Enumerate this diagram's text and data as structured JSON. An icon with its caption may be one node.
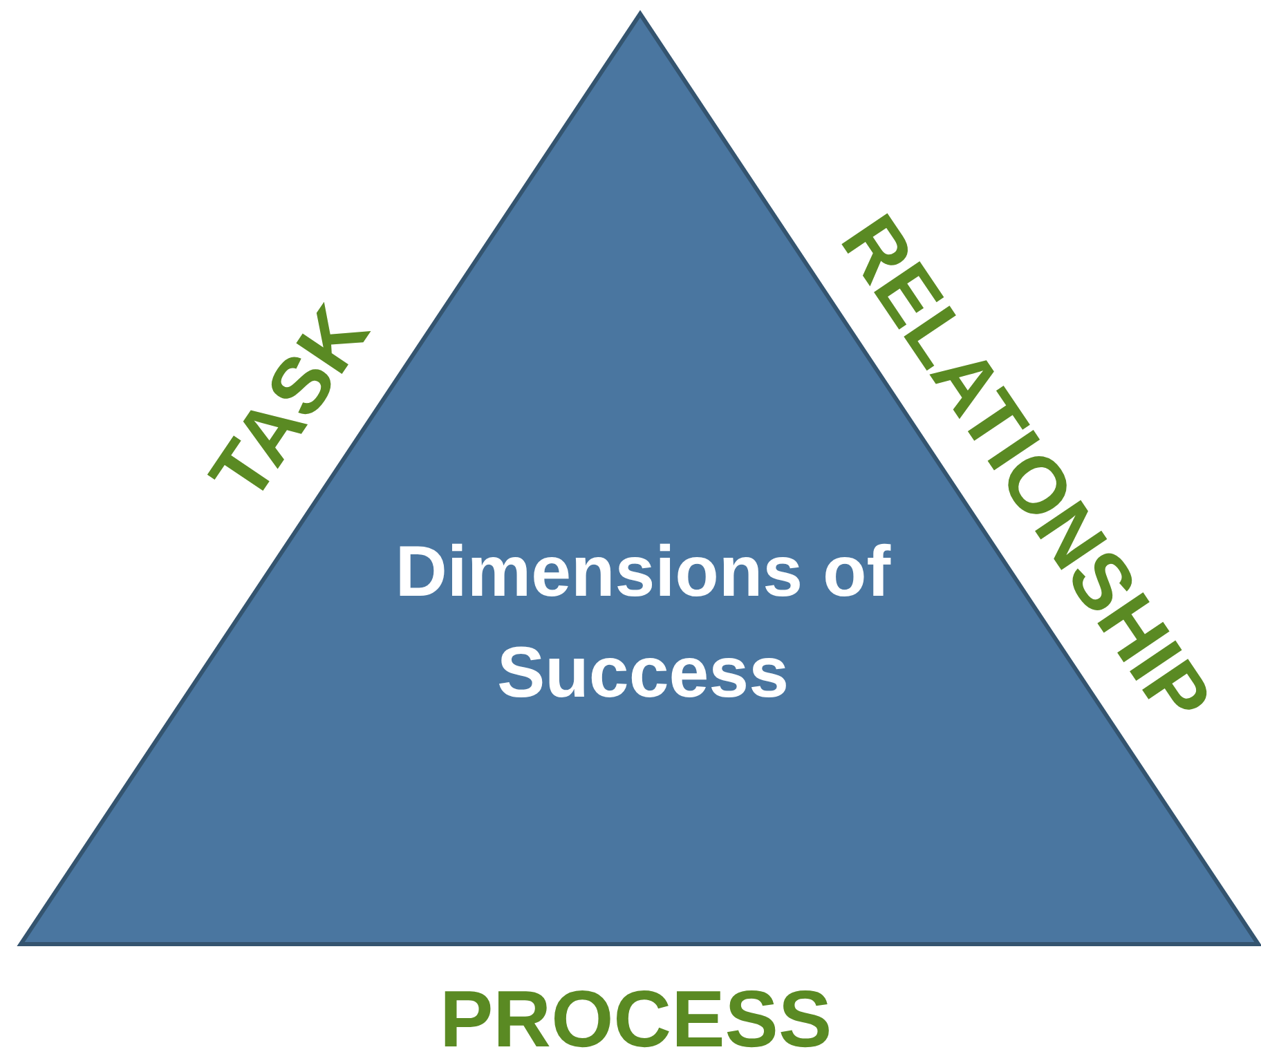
{
  "diagram": {
    "nodes": [
      {
        "text": [
          "Dimensions of Success"
        ]
      }
    ],
    "edges": [],
    "labels": [
      "TASK",
      "RELATIONSHIP",
      "PROCESS"
    ]
  }
}
